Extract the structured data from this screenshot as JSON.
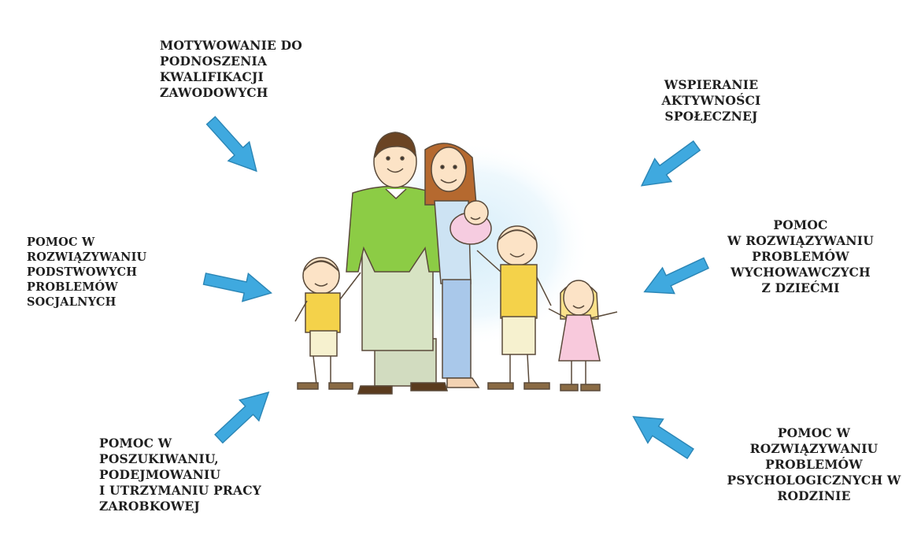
{
  "colors": {
    "arrow": "#3fa9df",
    "text": "#1f1f1f",
    "glow": "#dff1fb"
  },
  "labels": {
    "top_left": [
      "MOTYWOWANIE  DO",
      "PODNOSZENIA",
      "KWALIFIKACJI",
      "ZAWODOWYCH"
    ],
    "top_right": [
      "WSPIERANIE",
      "AKTYWNOŚCI",
      "SPOŁECZNEJ"
    ],
    "mid_left": [
      "POMOC W",
      "ROZWIĄZYWANIU",
      "PODSTWOWYCH",
      "PROBLEMÓW",
      "SOCJALNYCH"
    ],
    "mid_right": [
      "POMOC",
      "W ROZWIĄZYWANIU",
      "PROBLEMÓW",
      "WYCHOWAWCZYCH",
      "Z DZIEĆMI"
    ],
    "bot_left": [
      "POMOC W",
      "POSZUKIWANIU,",
      "PODEJMOWANIU",
      "I UTRZYMANIU  PRACY",
      "ZAROBKOWEJ"
    ],
    "bot_right": [
      "POMOC W",
      "ROZWIĄZYWANIU",
      "PROBLEMÓW",
      "PSYCHOLOGICZNYCH W",
      "RODZINIE"
    ]
  },
  "icons": [
    "arrow-icon",
    "family-illustration"
  ]
}
